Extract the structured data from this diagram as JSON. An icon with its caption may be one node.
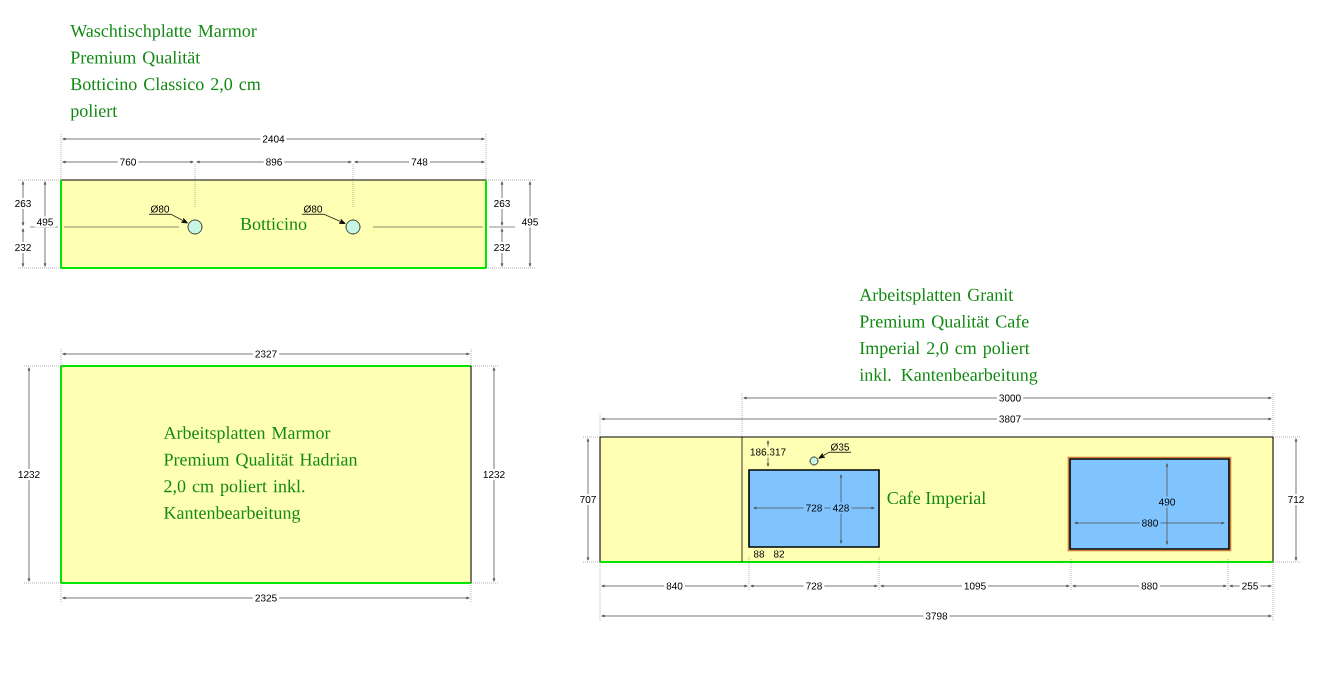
{
  "diagram": {
    "nodes": [
      {
        "text": [
          "Botticino"
        ]
      },
      {
        "text": [],
        "shape": "circle",
        "in": 0
      },
      {
        "text": [],
        "shape": "circle",
        "in": 0
      },
      {
        "text": [
          "Ø80"
        ],
        "in": 0
      },
      {
        "text": [
          "Ø80"
        ],
        "in": 0
      },
      {
        "text": [
          "Arbeitsplatten Marmor Premium Qualität Hadrian 2,0 cm poliert inkl. Kantenbearbeitung"
        ]
      },
      {
        "text": [
          "Cafe Imperial"
        ]
      },
      {
        "text": [],
        "shape": "box",
        "in": 6
      },
      {
        "text": [],
        "shape": "box",
        "in": 6
      },
      {
        "text": [],
        "shape": "circle",
        "in": 6
      },
      {
        "text": [
          "Ø35"
        ],
        "in": 6
      }
    ],
    "edges": [
      {
        "from": 3,
        "to": 1,
        "arrow": "to"
      },
      {
        "from": 4,
        "to": 2,
        "arrow": "to"
      },
      {
        "from": 10,
        "to": 9,
        "arrow": "to"
      }
    ],
    "labels": [
      "Waschtischplatte Marmor Premium Qualität Botticino Classico 2,0 cm poliert",
      "2404",
      "760",
      "896",
      "748",
      "263",
      "495",
      "263",
      "495",
      "232",
      "232",
      "Arbeitsplatten Granit Premium Qualität Cafe Imperial 2,0 cm poliert inkl. Kantenbearbeitung",
      "3000",
      "2327",
      "3807",
      "186.317",
      "1232",
      "1232",
      "707",
      "490",
      "712",
      "728",
      "428",
      "880",
      "88",
      "82",
      "840",
      "728",
      "1095",
      "880",
      "255",
      "2325",
      "3798"
    ]
  }
}
